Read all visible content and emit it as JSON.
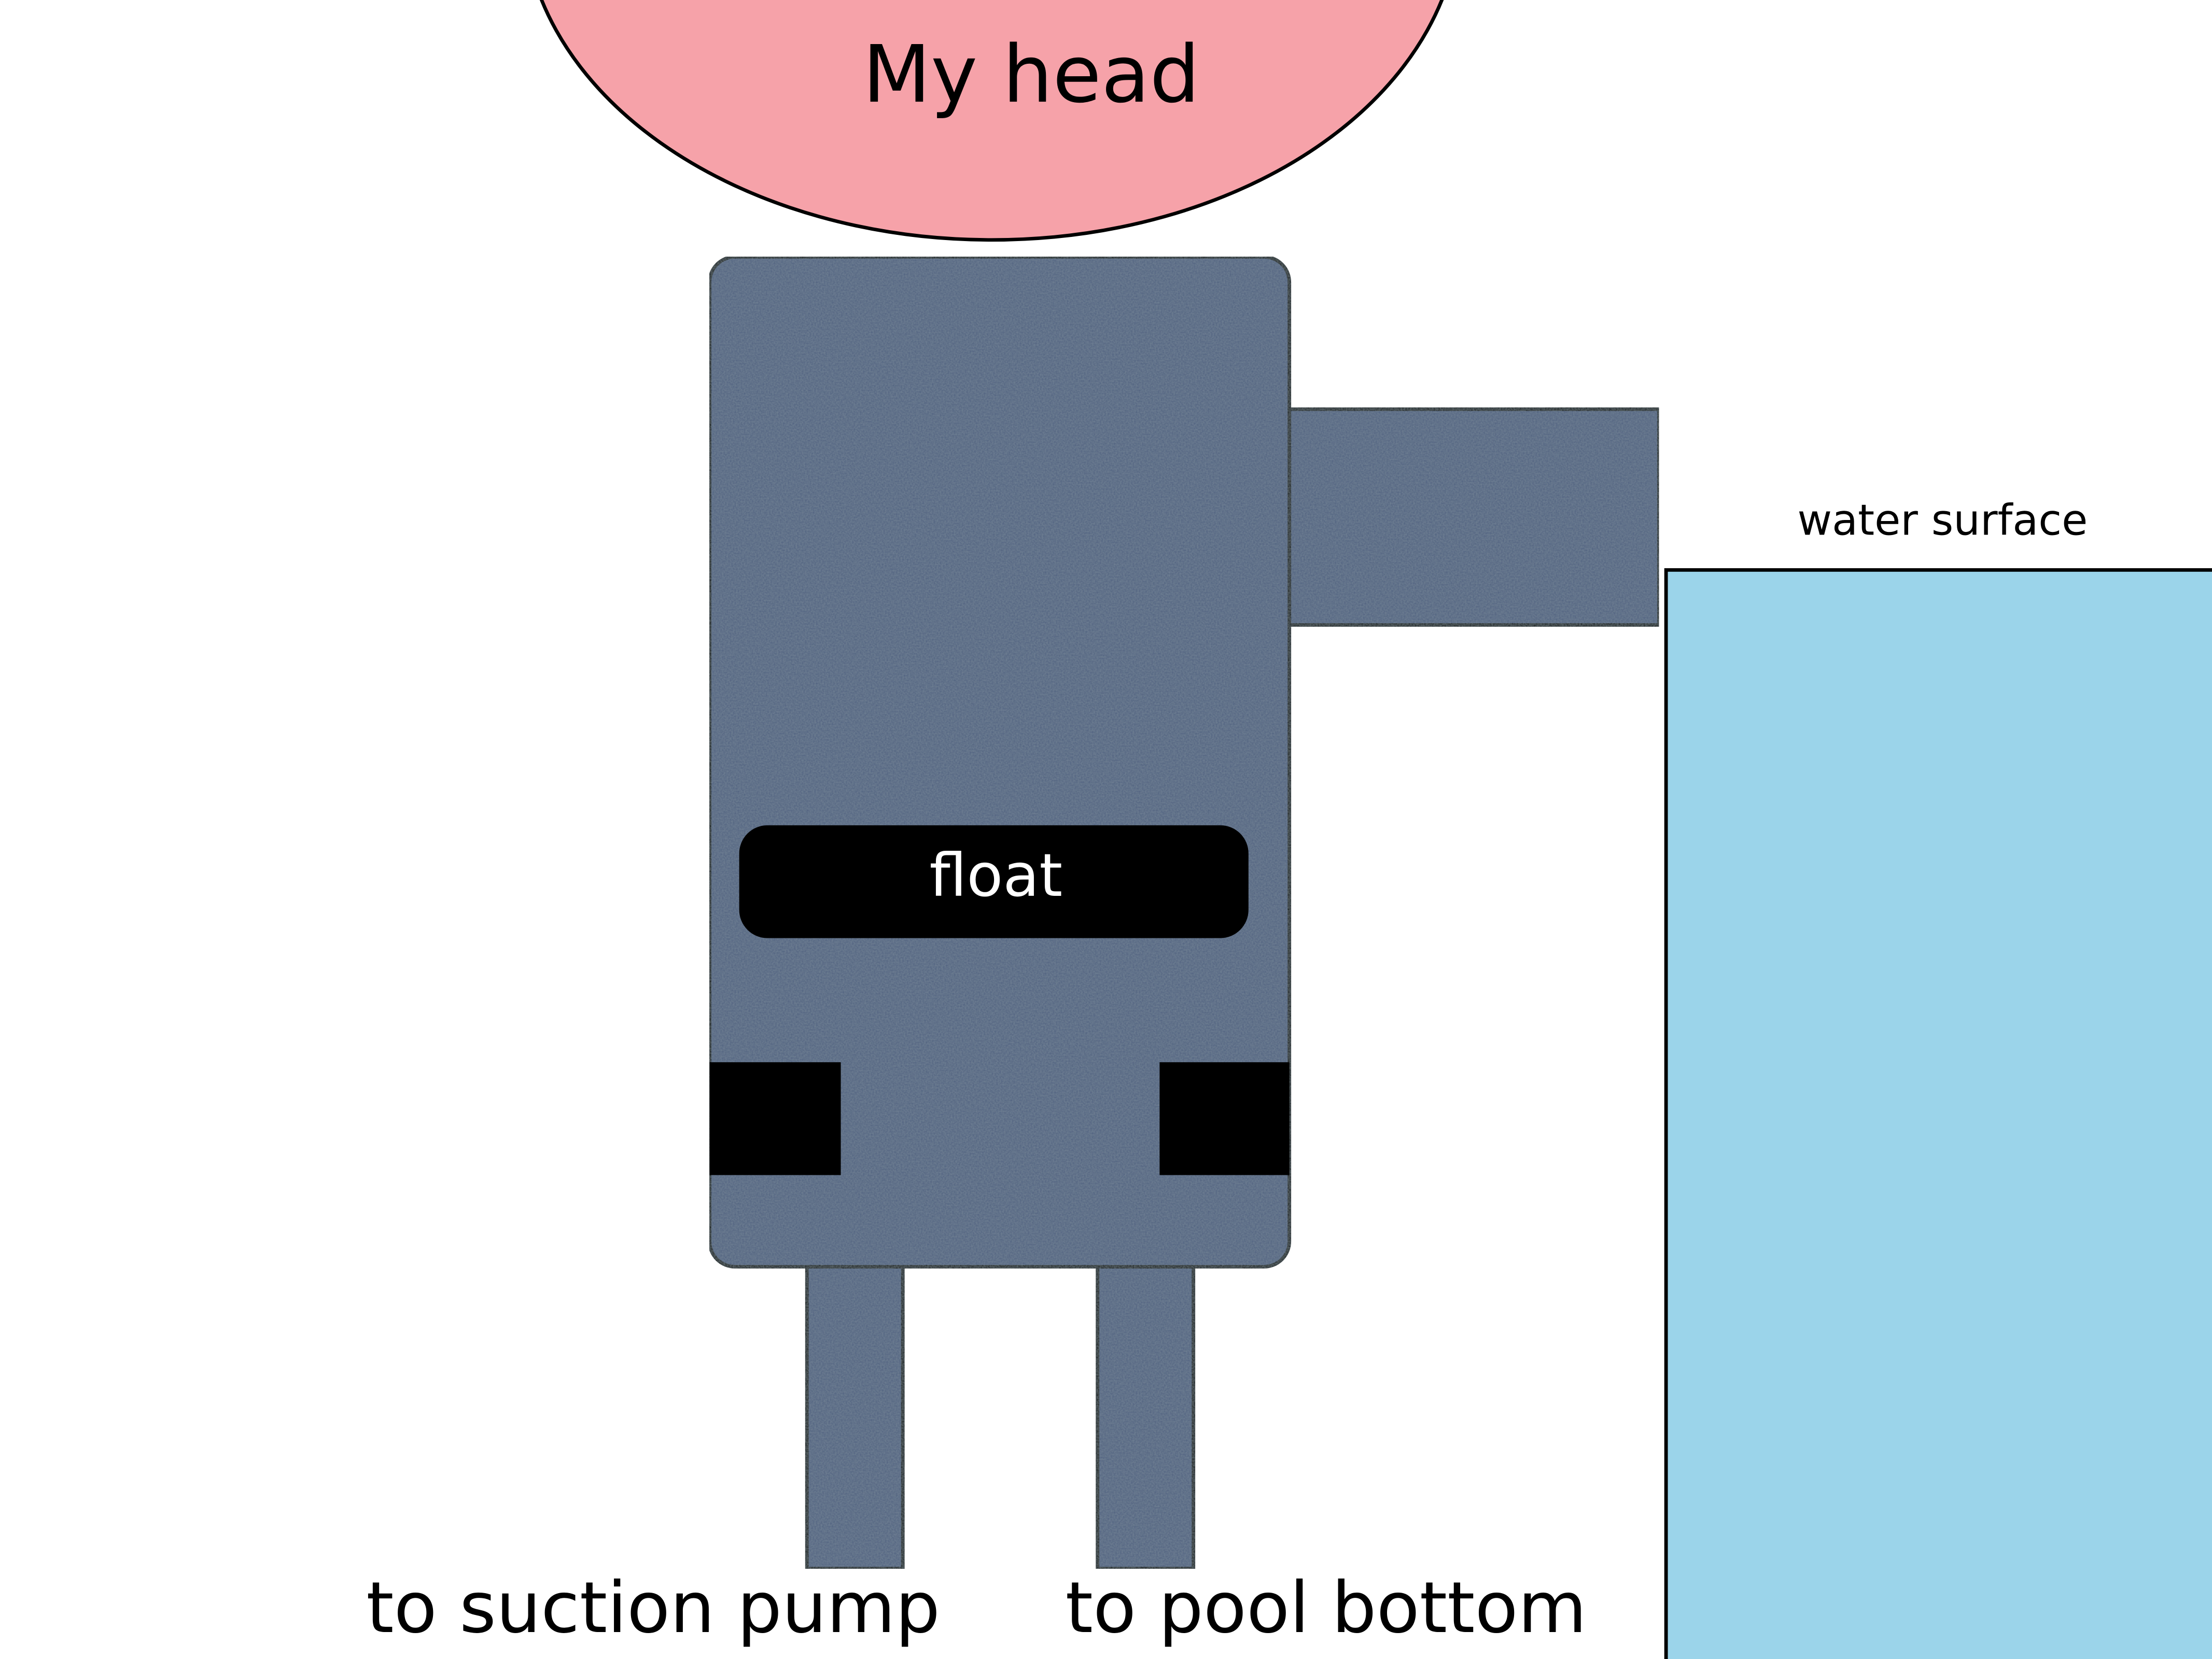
{
  "labels": {
    "head": "My head",
    "float": "float",
    "water_surface": "water surface",
    "suction_pump": "to suction pump",
    "pool_bottom": "to pool bottom"
  },
  "colors": {
    "head": "#F6A2A9",
    "device": "#4F6080",
    "water": "#9BD4EA",
    "outline": "#000000"
  }
}
